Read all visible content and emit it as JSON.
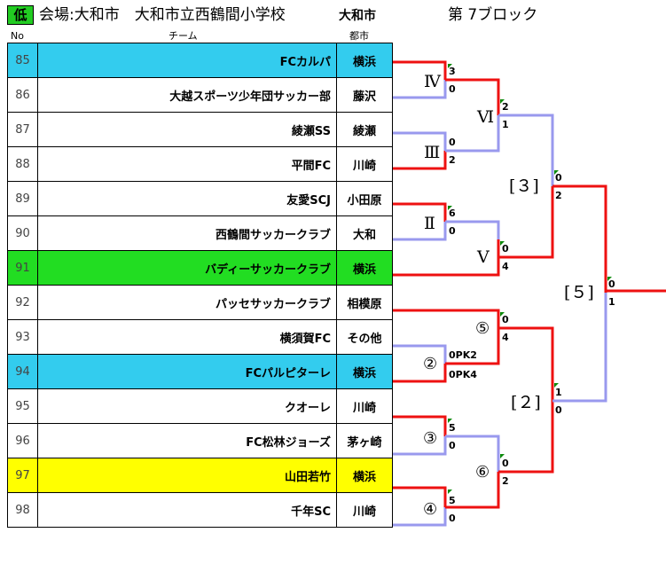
{
  "header": {
    "grade": "低",
    "venue": "会場:大和市　大和市立西鶴間小学校",
    "city_header": "大和市",
    "block": "第 7ブロック"
  },
  "columns": {
    "no": "No",
    "team": "チーム",
    "city": "都市"
  },
  "teams": [
    {
      "no": "85",
      "name": "FCカルパ",
      "city": "横浜",
      "bg": "#33ccee"
    },
    {
      "no": "86",
      "name": "大越スポーツ少年団サッカー部",
      "city": "藤沢",
      "bg": "#ffffff"
    },
    {
      "no": "87",
      "name": "綾瀬SS",
      "city": "綾瀬",
      "bg": "#ffffff"
    },
    {
      "no": "88",
      "name": "平間FC",
      "city": "川崎",
      "bg": "#ffffff"
    },
    {
      "no": "89",
      "name": "友愛SCJ",
      "city": "小田原",
      "bg": "#ffffff"
    },
    {
      "no": "90",
      "name": "西鶴間サッカークラブ",
      "city": "大和",
      "bg": "#ffffff"
    },
    {
      "no": "91",
      "name": "バディーサッカークラブ",
      "city": "横浜",
      "bg": "#22dd22"
    },
    {
      "no": "92",
      "name": "パッセサッカークラブ",
      "city": "相模原",
      "bg": "#ffffff"
    },
    {
      "no": "93",
      "name": "横須賀FC",
      "city": "その他",
      "bg": "#ffffff"
    },
    {
      "no": "94",
      "name": "FCパルピターレ",
      "city": "横浜",
      "bg": "#33ccee"
    },
    {
      "no": "95",
      "name": "クオーレ",
      "city": "川崎",
      "bg": "#ffffff"
    },
    {
      "no": "96",
      "name": "FC松林ジョーズ",
      "city": "茅ヶ崎",
      "bg": "#ffffff"
    },
    {
      "no": "97",
      "name": "山田若竹",
      "city": "横浜",
      "bg": "#ffff00"
    },
    {
      "no": "98",
      "name": "千年SC",
      "city": "川崎",
      "bg": "#ffffff"
    }
  ],
  "bracket": {
    "win_color": "#ee1111",
    "lose_color": "#9999ee",
    "labels": [
      "Ⅳ",
      "Ⅲ",
      "Ⅱ",
      "Ⅵ",
      "Ⅴ",
      "[３]",
      "[５]",
      "[２]"
    ],
    "circled": [
      "⑤",
      "②",
      "③",
      "⑥",
      "④"
    ],
    "scores": [
      "3",
      "0",
      "0",
      "2",
      "6",
      "0",
      "2",
      "1",
      "0",
      "4",
      "0",
      "4",
      "5",
      "0",
      "0",
      "2",
      "0PK2",
      "0PK4",
      "5",
      "0",
      "0",
      "2",
      "1",
      "0",
      "0",
      "1"
    ]
  }
}
